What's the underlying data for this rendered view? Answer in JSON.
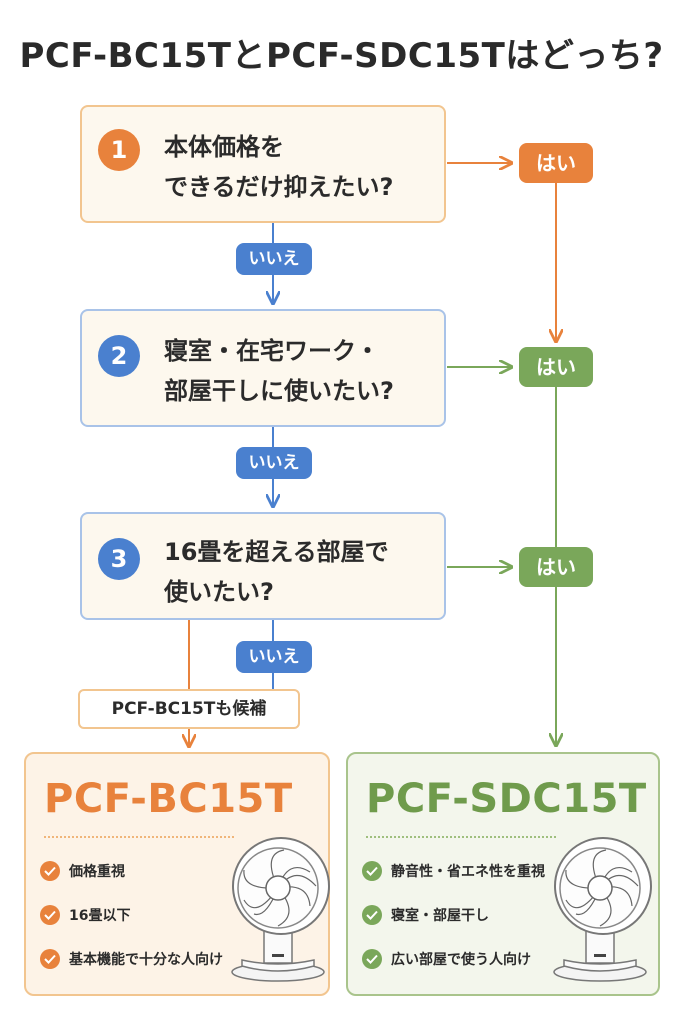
{
  "title": "PCF-BC15TとPCF-SDC15Tはどっち?",
  "questions": [
    {
      "num": "1",
      "line1": "本体価格を",
      "line2": "できるだけ抑えたい?"
    },
    {
      "num": "2",
      "line1": "寝室・在宅ワーク・",
      "line2": "部屋干しに使いたい?"
    },
    {
      "num": "3",
      "line1": "16畳を超える部屋で",
      "line2": "使いたい?"
    }
  ],
  "yes_label": "はい",
  "no_label": "いいえ",
  "candidate_note": "PCF-BC15Tも候補",
  "results": [
    {
      "name": "PCF-BC15T",
      "features": [
        "価格重視",
        "16畳以下",
        "基本機能で十分な人向け"
      ]
    },
    {
      "name": "PCF-SDC15T",
      "features": [
        "静音性・省エネ性を重視",
        "寝室・部屋干し",
        "広い部屋で使う人向け"
      ]
    }
  ],
  "colors": {
    "orange": "#e8823c",
    "blue": "#4a80cf",
    "green": "#7aa75a"
  },
  "icons": [
    "check-icon",
    "circulator-fan-icon",
    "arrow-icon"
  ]
}
